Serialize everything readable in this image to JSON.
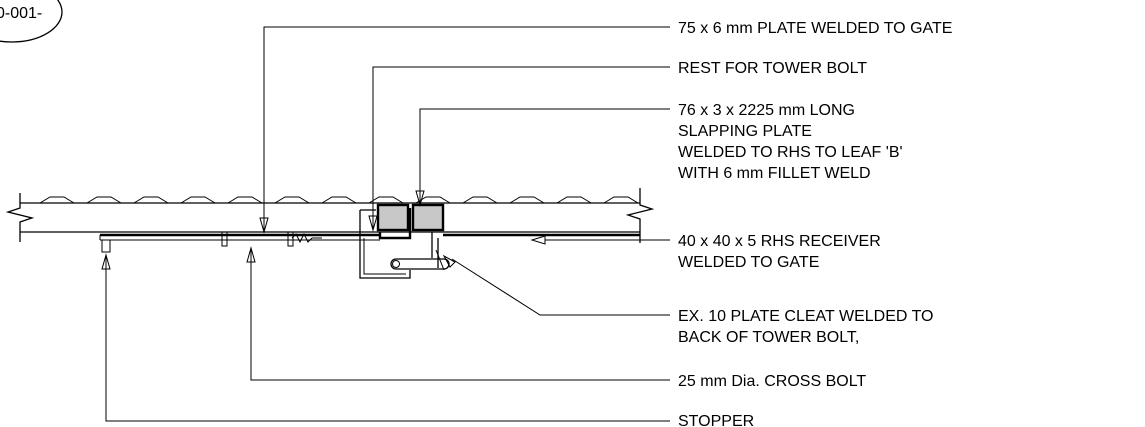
{
  "detail_ref": "0-001-",
  "callouts": [
    {
      "lines": [
        "75 x 6 mm PLATE WELDED TO GATE"
      ]
    },
    {
      "lines": [
        "REST FOR TOWER BOLT"
      ]
    },
    {
      "lines": [
        "76 x 3 x 2225 mm LONG",
        "SLAPPING PLATE",
        "WELDED TO RHS TO LEAF 'B'",
        "WITH 6 mm FILLET WELD"
      ]
    },
    {
      "lines": [
        "40 x 40 x 5 RHS RECEIVER",
        "WELDED TO GATE"
      ]
    },
    {
      "lines": [
        "EX. 10 PLATE CLEAT WELDED TO",
        "BACK OF TOWER BOLT,"
      ]
    },
    {
      "lines": [
        "25 mm Dia. CROSS BOLT"
      ]
    },
    {
      "lines": [
        "STOPPER"
      ]
    }
  ]
}
